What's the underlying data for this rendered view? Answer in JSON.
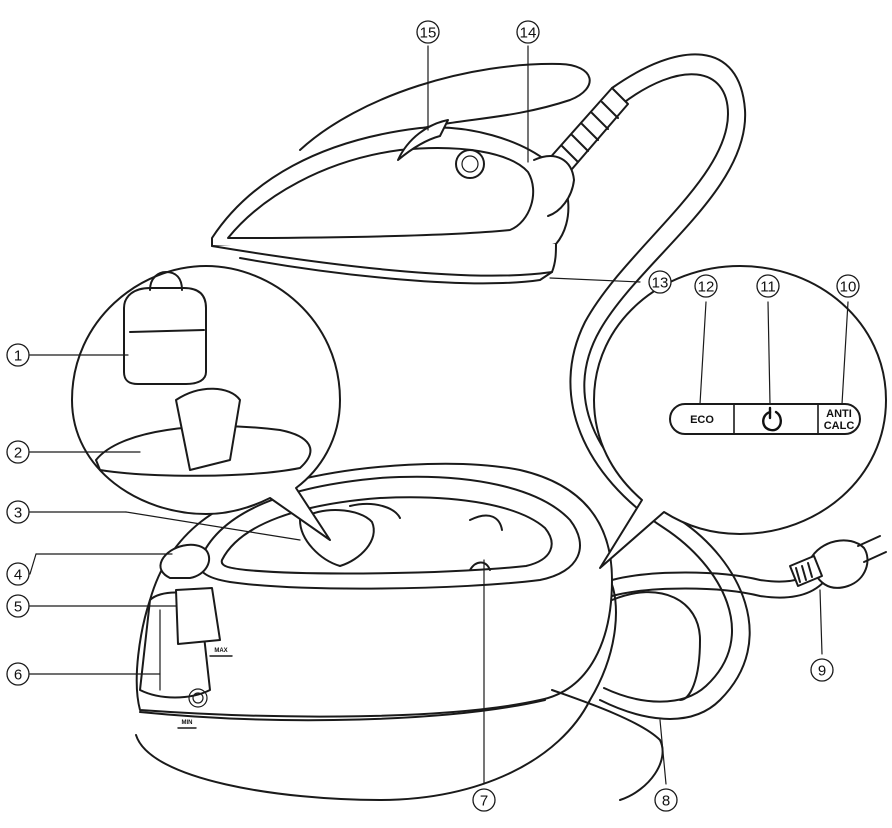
{
  "callouts": [
    "1",
    "2",
    "3",
    "4",
    "5",
    "6",
    "7",
    "8",
    "9",
    "10",
    "11",
    "12",
    "13",
    "14",
    "15"
  ],
  "control_panel": {
    "eco_label": "ECO",
    "power_icon": "power-icon",
    "anticalc_line1": "ANTI",
    "anticalc_line2": "CALC"
  },
  "tank_labels": {
    "max": "MAX",
    "min": "MIN"
  },
  "iron_logo_icon": "logo-badge-icon",
  "colors": {
    "line": "#1a1a1a",
    "background": "#ffffff"
  }
}
